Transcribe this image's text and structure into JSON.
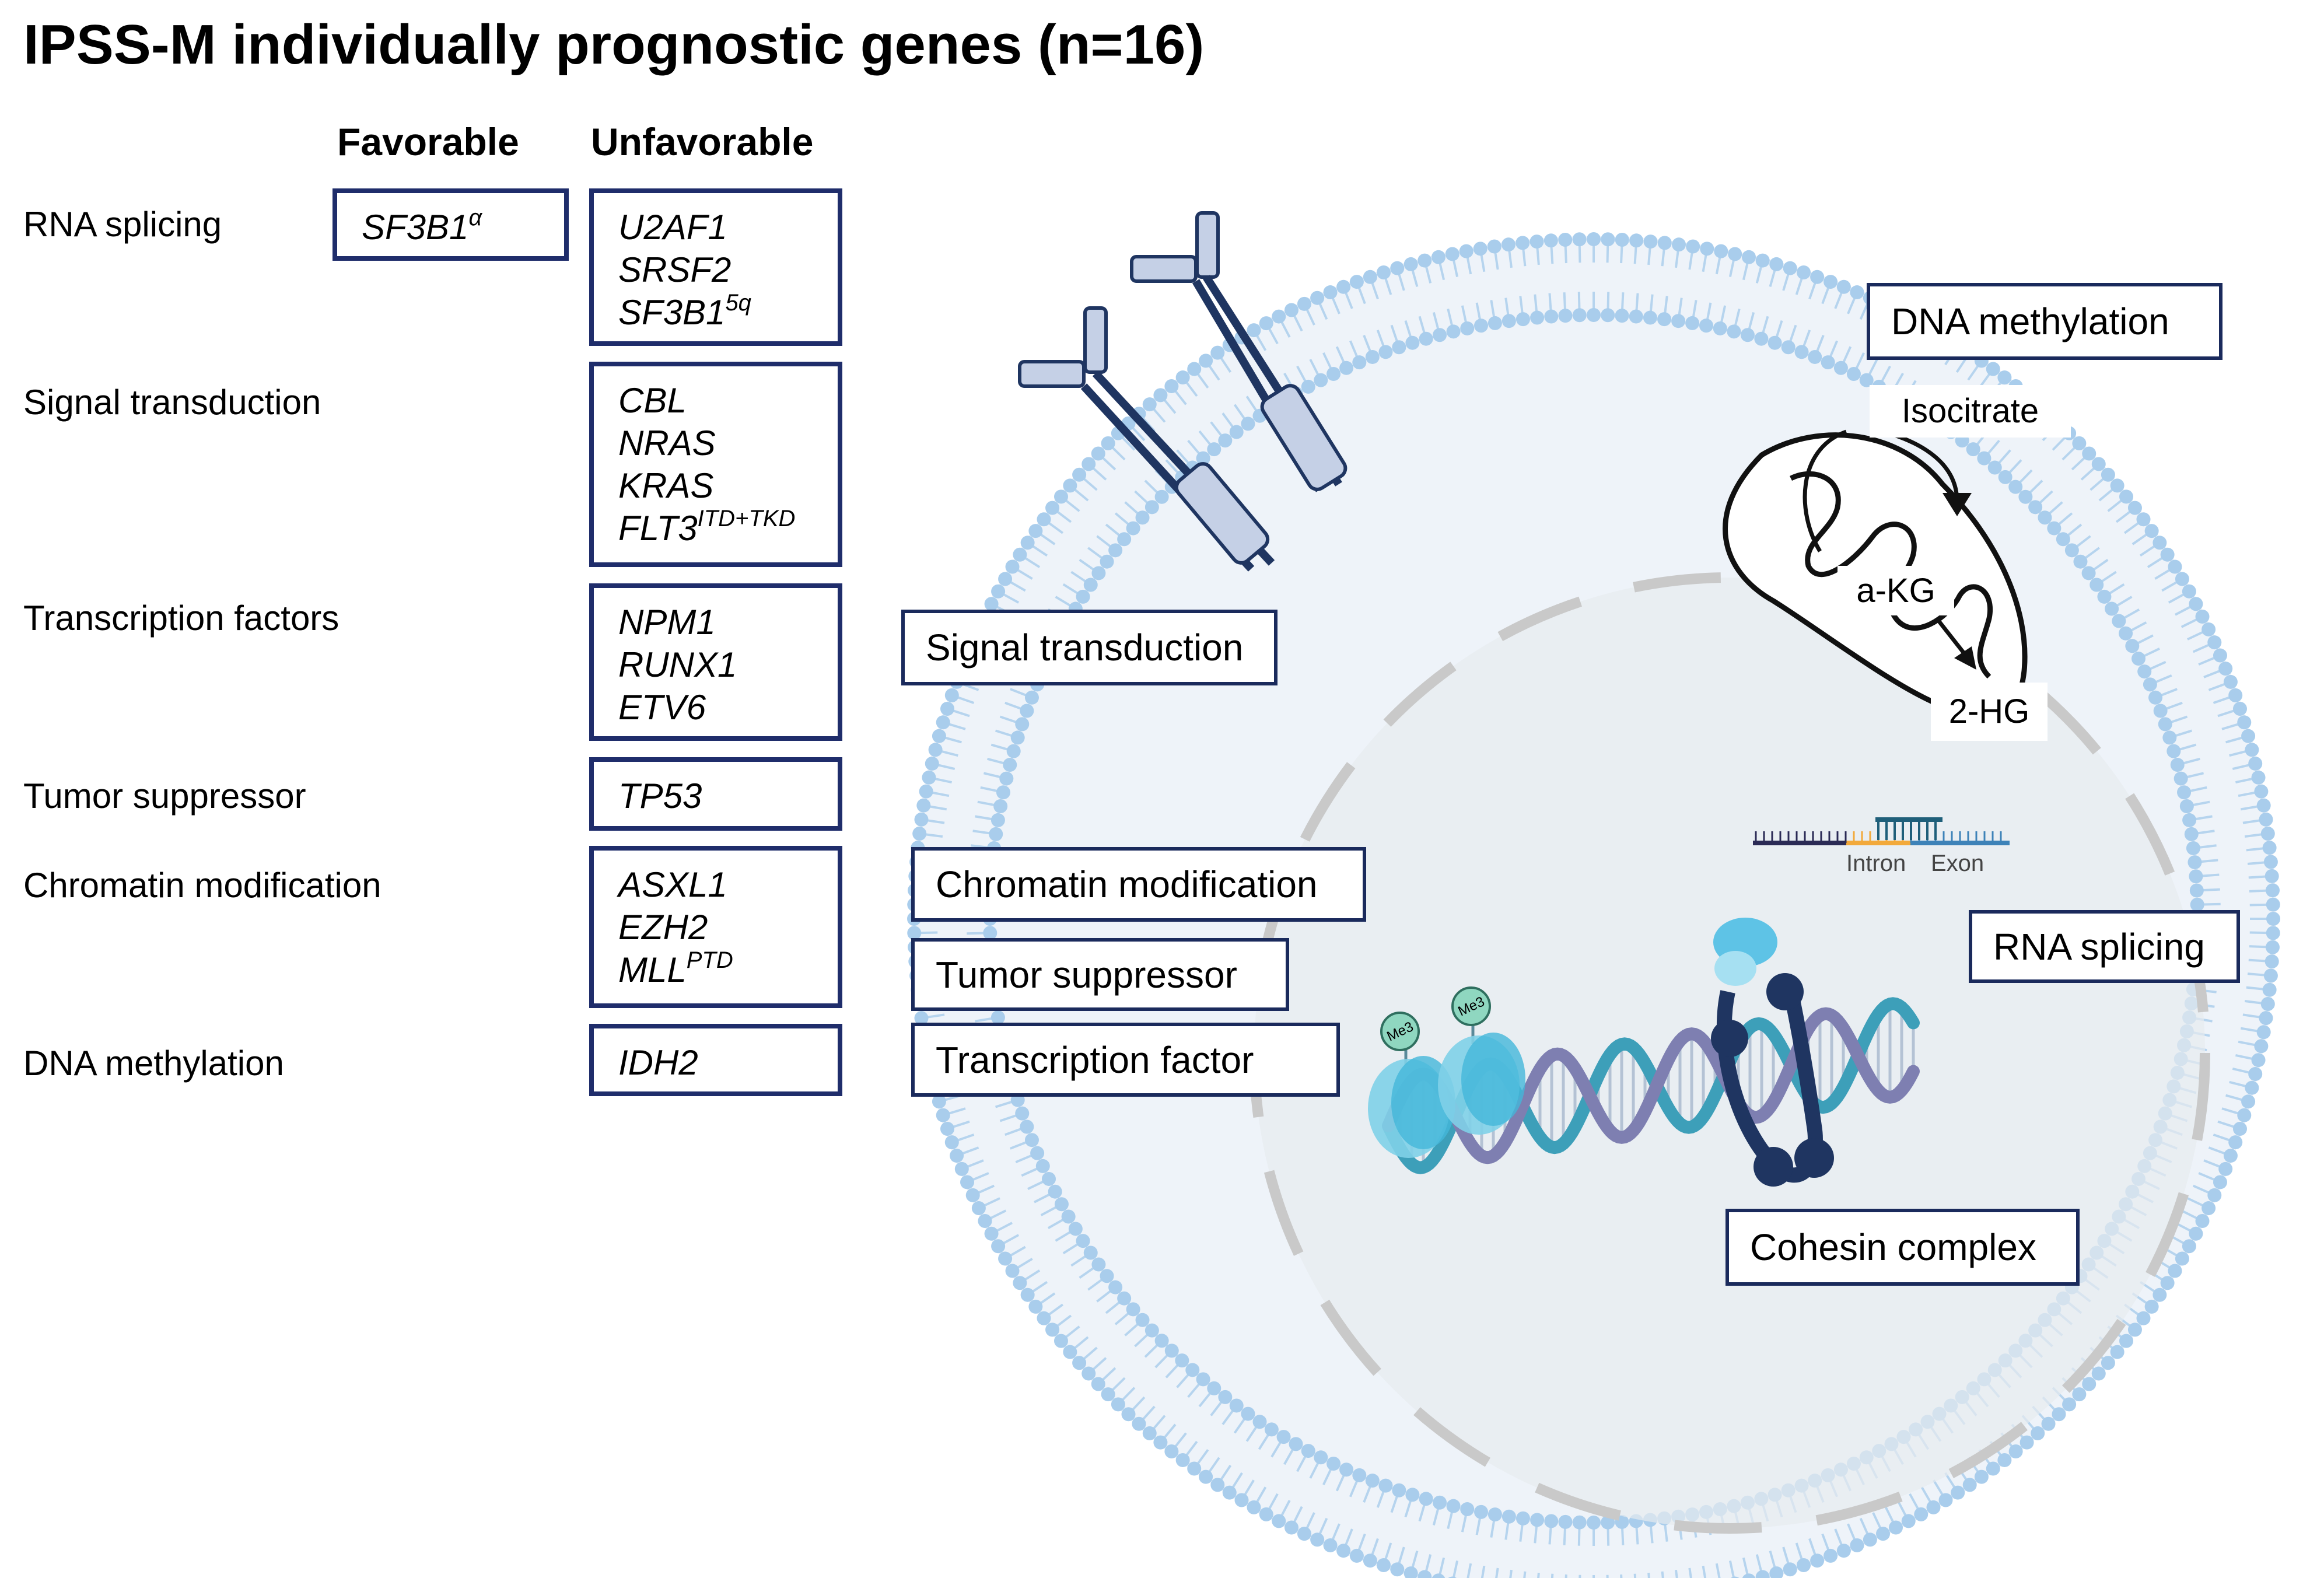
{
  "title": "IPSS-M individually prognostic genes (n=16)",
  "columns": {
    "favorable": "Favorable",
    "unfavorable": "Unfavorable"
  },
  "categories": [
    {
      "name": "RNA splicing",
      "favorable": [
        {
          "gene": "SF3B1",
          "sup": "α"
        }
      ],
      "unfavorable": [
        {
          "gene": "U2AF1",
          "sup": ""
        },
        {
          "gene": "SRSF2",
          "sup": ""
        },
        {
          "gene": "SF3B1",
          "sup": "5q"
        }
      ]
    },
    {
      "name": "Signal transduction",
      "favorable": [],
      "unfavorable": [
        {
          "gene": "CBL",
          "sup": ""
        },
        {
          "gene": "NRAS",
          "sup": ""
        },
        {
          "gene": "KRAS",
          "sup": ""
        },
        {
          "gene": "FLT3",
          "sup": "ITD+TKD"
        }
      ]
    },
    {
      "name": "Transcription factors",
      "favorable": [],
      "unfavorable": [
        {
          "gene": "NPM1",
          "sup": ""
        },
        {
          "gene": "RUNX1",
          "sup": ""
        },
        {
          "gene": "ETV6",
          "sup": ""
        }
      ]
    },
    {
      "name": "Tumor suppressor",
      "favorable": [],
      "unfavorable": [
        {
          "gene": "TP53",
          "sup": ""
        }
      ]
    },
    {
      "name": "Chromatin modification",
      "favorable": [],
      "unfavorable": [
        {
          "gene": "ASXL1",
          "sup": ""
        },
        {
          "gene": "EZH2",
          "sup": ""
        },
        {
          "gene": "MLL",
          "sup": "PTD"
        }
      ]
    },
    {
      "name": "DNA methylation",
      "favorable": [],
      "unfavorable": [
        {
          "gene": "IDH2",
          "sup": ""
        }
      ]
    }
  ],
  "cell_labels": {
    "dna_methylation": "DNA methylation",
    "signal_transduction": "Signal transduction",
    "chromatin_modification": "Chromatin modification",
    "tumor_suppressor": "Tumor suppressor",
    "transcription_factor": "Transcription factor",
    "rna_splicing": "RNA splicing",
    "cohesin_complex": "Cohesin complex"
  },
  "metabolites": {
    "isocitrate": "Isocitrate",
    "akg": "a-KG",
    "two_hg": "2-HG"
  },
  "splice": {
    "intron": "Intron",
    "exon": "Exon"
  },
  "histone_mark": "Me3",
  "colors": {
    "box_border": "#1f2d6b",
    "membrane": "#a9cdec",
    "cell_fill": "#eef3f9",
    "nucleus_fill": "#e7ebf0",
    "receptor": "#1f3561",
    "dna_teal": "#3d9fb9",
    "dna_purple": "#7e7fb1",
    "nucleosome": "#7fd0e8",
    "cohesin": "#1f3561",
    "intron": "#f2a93b"
  }
}
